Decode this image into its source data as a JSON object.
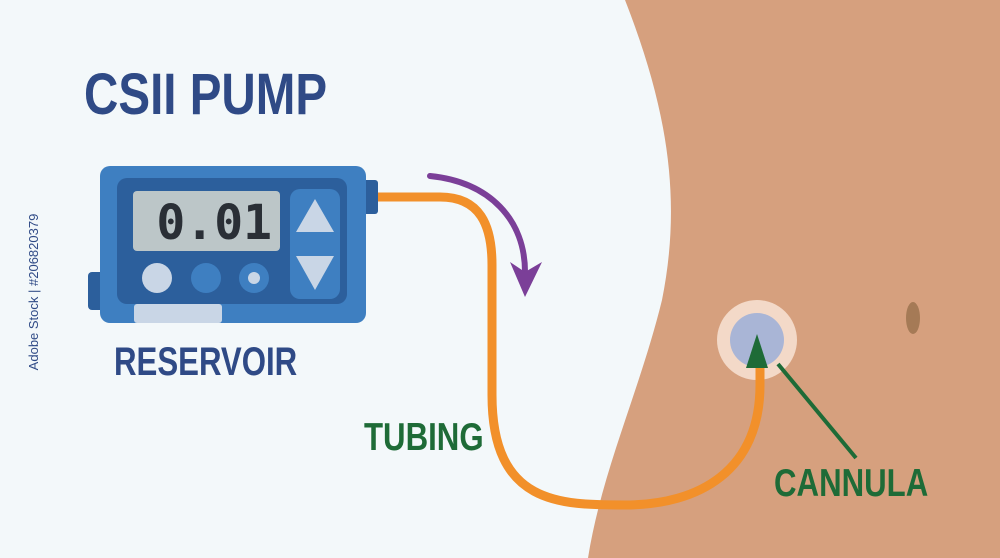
{
  "title": "CSII PUMP",
  "labels": {
    "reservoir": "RESERVOIR",
    "tubing": "TUBING",
    "cannula": "CANNULA"
  },
  "pump": {
    "display_value": "0.01",
    "up_icon": "triangle-up-icon",
    "down_icon": "triangle-down-icon"
  },
  "watermark": "Adobe Stock | #206820379",
  "colors": {
    "background": "#f3f8fa",
    "skin": "#d6a07e",
    "navel": "#a57a56",
    "title_blue": "#2f4a86",
    "pump_body": "#3e7fc1",
    "pump_dark": "#2c5f9c",
    "lcd": "#bcc6c8",
    "lcd_text": "#2a2f36",
    "button_light": "#c9d6e6",
    "tubing": "#f2902a",
    "flow_arrow": "#7b3f98",
    "label_green": "#1e6b37",
    "cannula_ring": "#f3d9c8",
    "cannula_disc": "#a9b5d6"
  }
}
